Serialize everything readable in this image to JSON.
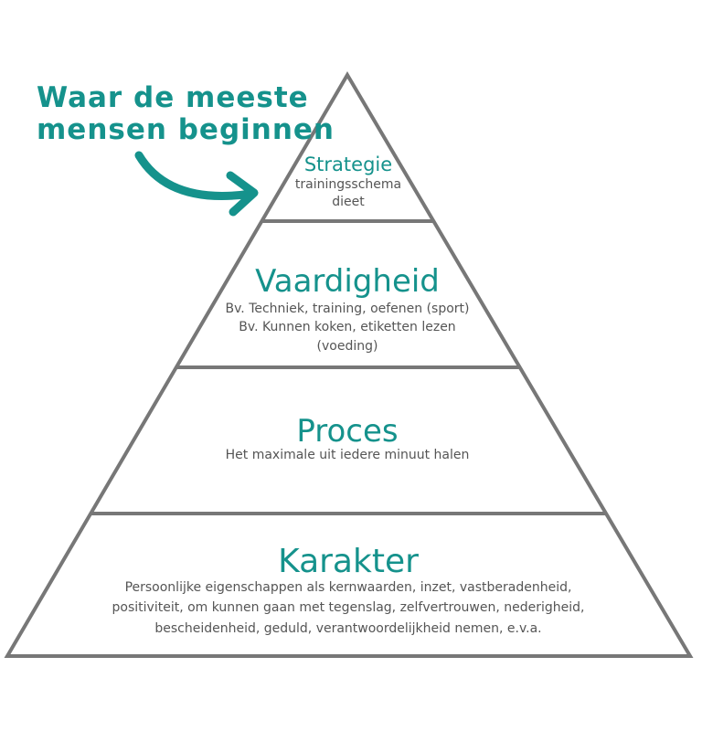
{
  "colors": {
    "accent": "#15928c",
    "outline": "#777777",
    "text": "#555555"
  },
  "annotation": {
    "lines": [
      "Waar de meeste",
      "mensen beginnen"
    ],
    "icon": "curved-arrow-icon"
  },
  "pyramid": {
    "levels": [
      {
        "title": "Strategie",
        "lines": [
          "trainingsschema",
          "dieet"
        ]
      },
      {
        "title": "Vaardigheid",
        "lines": [
          "Bv. Techniek, training, oefenen (sport)",
          "Bv. Kunnen koken, etiketten lezen",
          "(voeding)"
        ]
      },
      {
        "title": "Proces",
        "lines": [
          "Het maximale uit iedere minuut halen"
        ]
      },
      {
        "title": "Karakter",
        "lines": [
          "Persoonlijke eigenschappen als kernwaarden,  inzet, vastberadenheid,",
          "positiviteit, om kunnen gaan met tegenslag, zelfvertrouwen, nederigheid,",
          "bescheidenheid, geduld, verantwoordelijkheid nemen, e.v.a."
        ]
      }
    ]
  }
}
